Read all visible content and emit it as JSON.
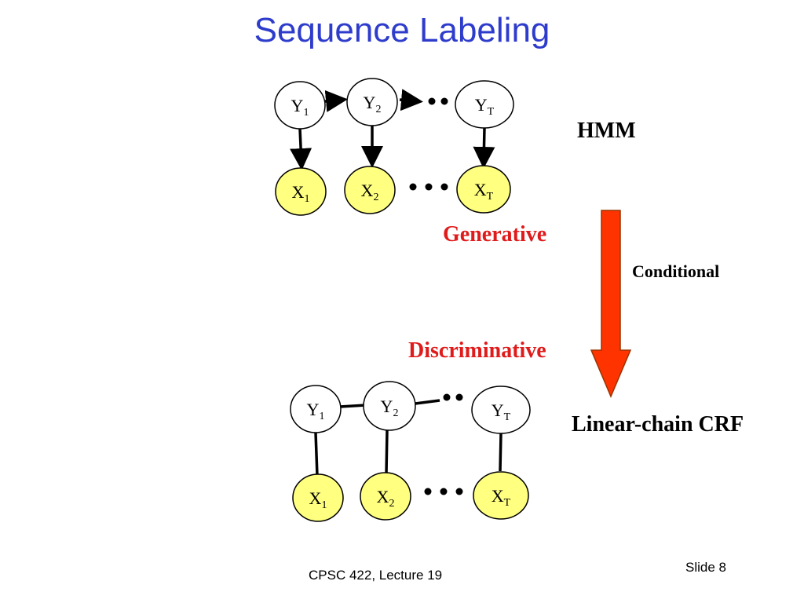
{
  "slide": {
    "title": "Sequence Labeling",
    "footer_left": "CPSC 422, Lecture 19",
    "footer_right": "Slide 8"
  },
  "colors": {
    "title": "#2e3ccc",
    "observed_fill": "#ffff80",
    "hidden_fill": "#ffffff",
    "red_label": "#e01b1b",
    "arrow_fill": "#ff3300",
    "arrow_stroke": "#993300"
  },
  "hmm": {
    "label": "HMM",
    "generative_label": "Generative",
    "y_nodes": [
      {
        "letter": "Y",
        "sub": "1"
      },
      {
        "letter": "Y",
        "sub": "2"
      },
      {
        "letter": "Y",
        "sub": "T"
      }
    ],
    "x_nodes": [
      {
        "letter": "X",
        "sub": "1"
      },
      {
        "letter": "X",
        "sub": "2"
      },
      {
        "letter": "X",
        "sub": "T"
      }
    ]
  },
  "transition": {
    "label": "Conditional"
  },
  "crf": {
    "label": "Linear-chain CRF",
    "discriminative_label": "Discriminative",
    "y_nodes": [
      {
        "letter": "Y",
        "sub": "1"
      },
      {
        "letter": "Y",
        "sub": "2"
      },
      {
        "letter": "Y",
        "sub": "T"
      }
    ],
    "x_nodes": [
      {
        "letter": "X",
        "sub": "1"
      },
      {
        "letter": "X",
        "sub": "2"
      },
      {
        "letter": "X",
        "sub": "T"
      }
    ]
  }
}
